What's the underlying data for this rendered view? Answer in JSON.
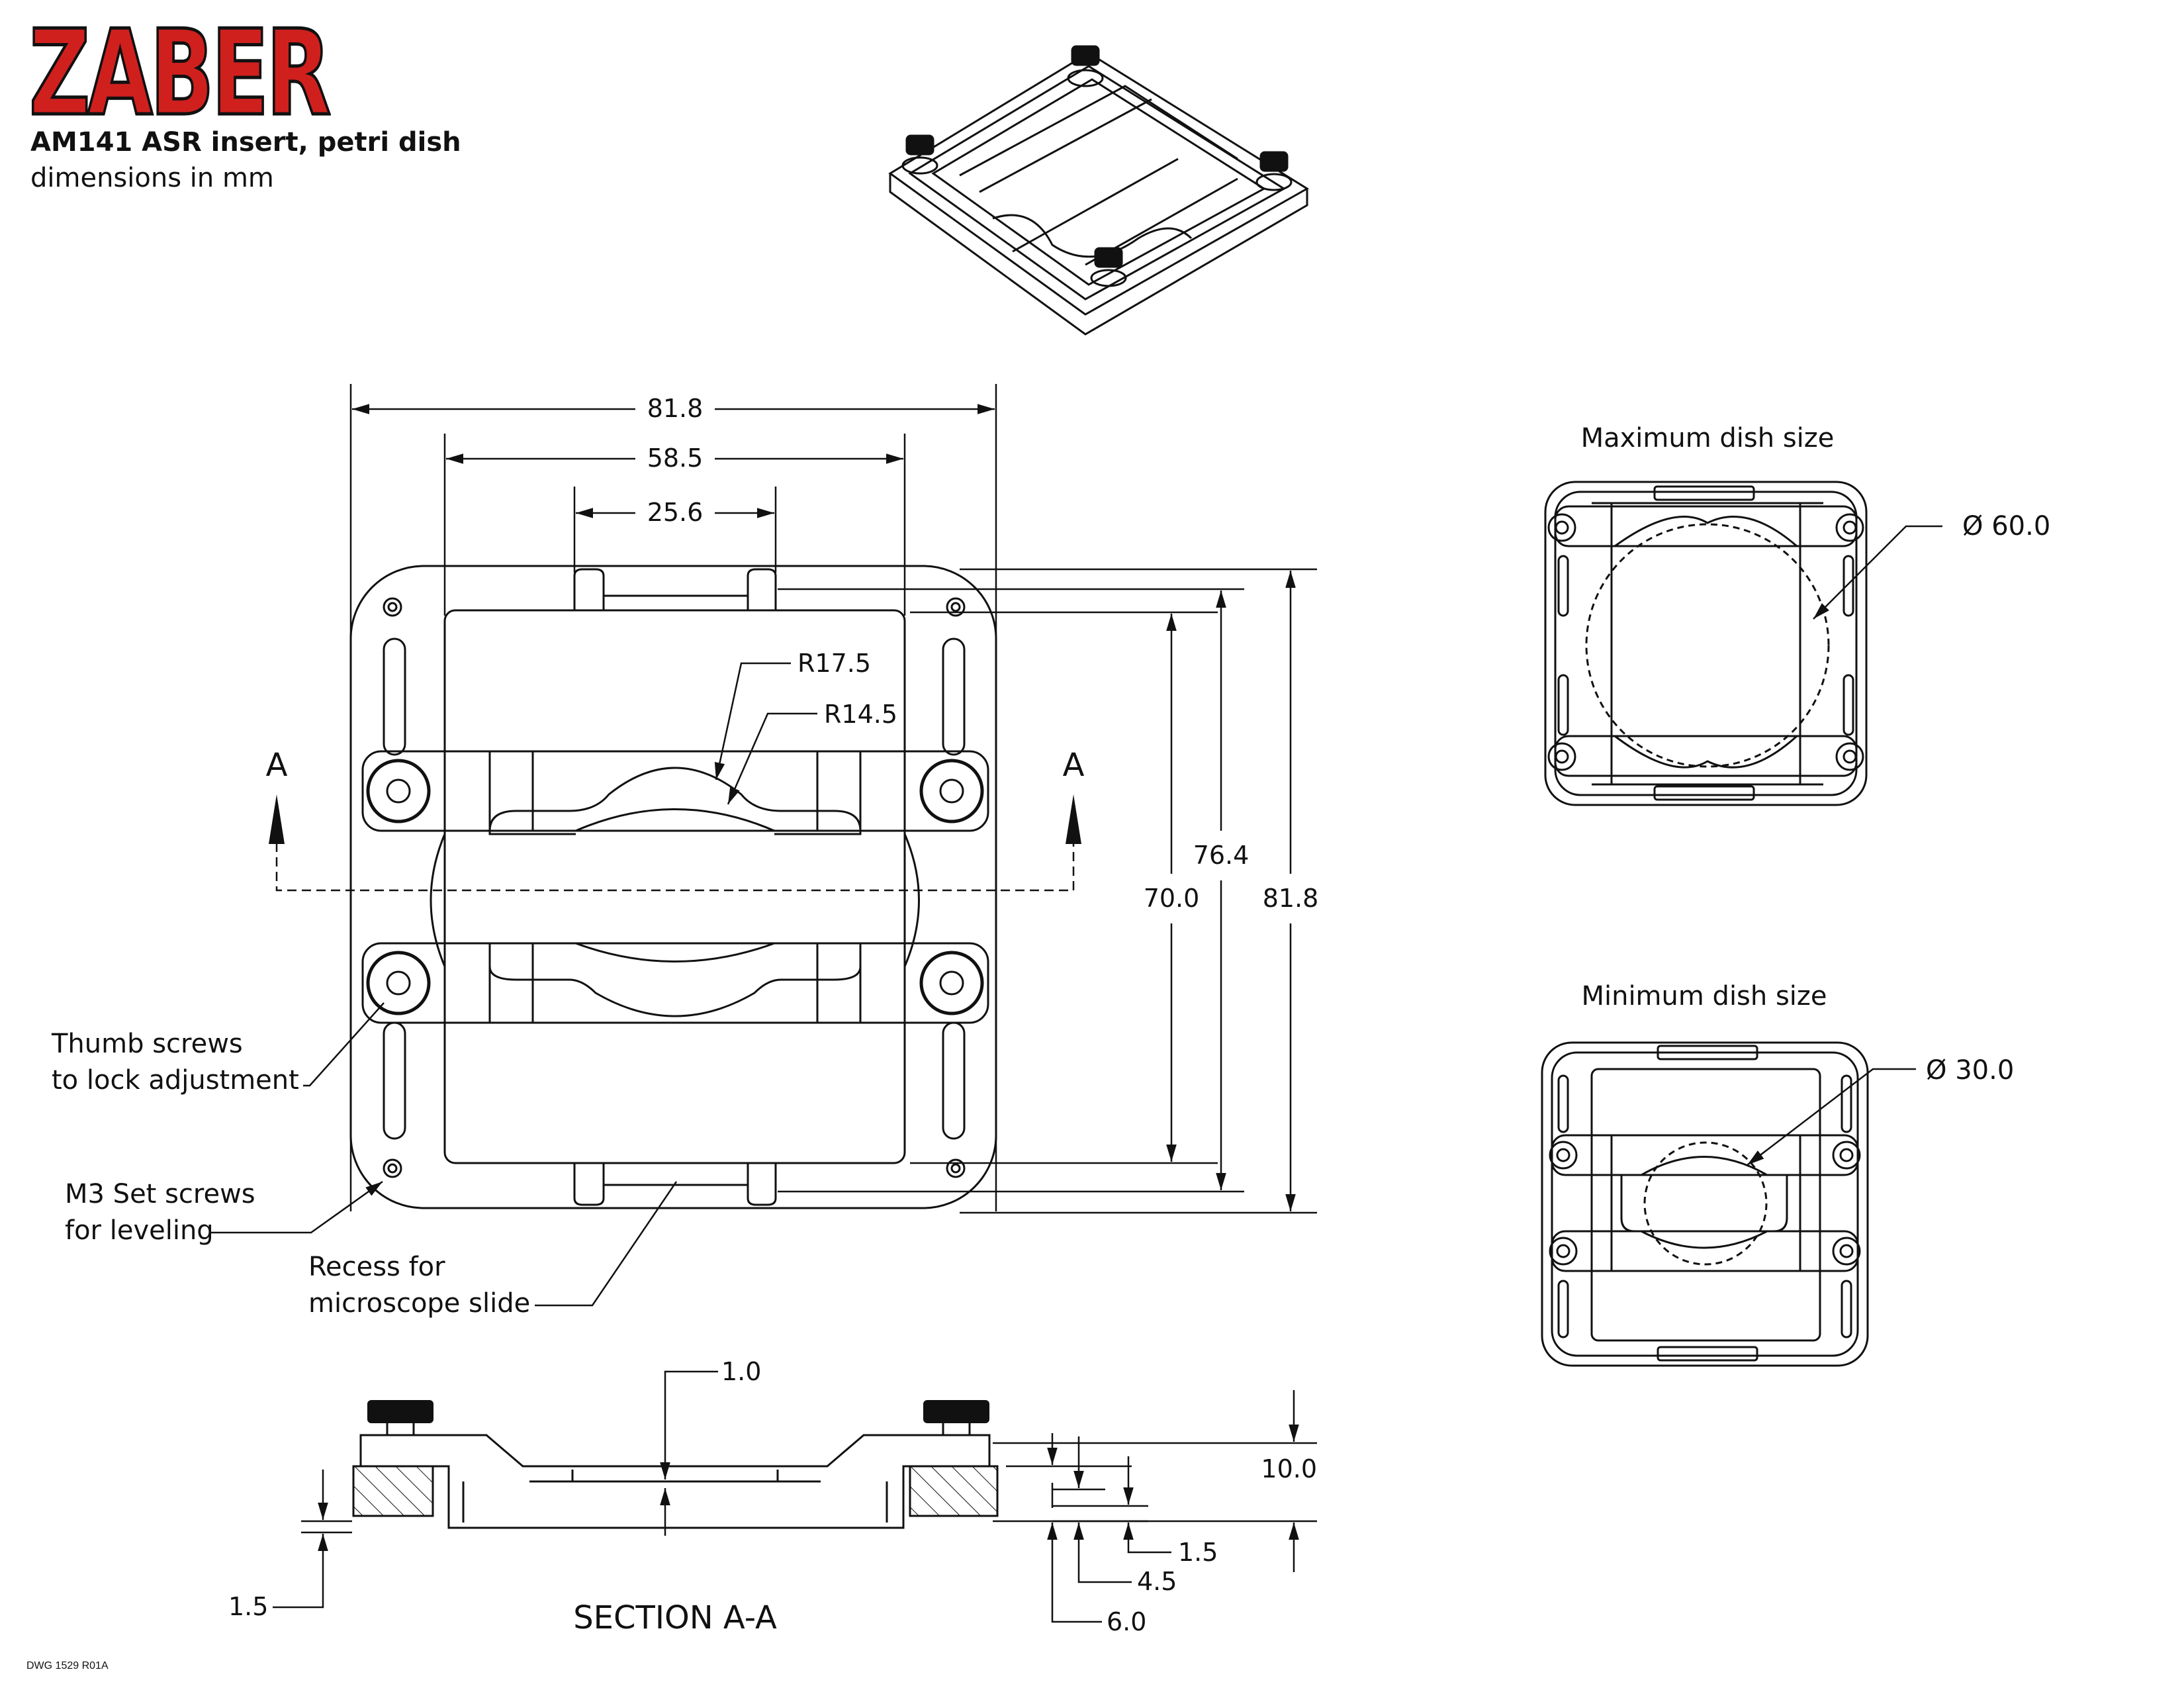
{
  "header": {
    "brand": "ZABER",
    "title": "AM141 ASR insert, petri dish",
    "subtitle": "dimensions in mm",
    "brand_color": "#d0201e"
  },
  "plan": {
    "dims": {
      "overall_width": "81.8",
      "inner_width": "58.5",
      "recess_width": "25.6",
      "radius_outer": "R17.5",
      "radius_inner": "R14.5",
      "height_70": "70.0",
      "height_76": "76.4",
      "height_81": "81.8"
    },
    "section_marker_left": "A",
    "section_marker_right": "A",
    "callouts": {
      "thumb_line1": "Thumb screws",
      "thumb_line2": "to lock adjustment",
      "setscrew_line1": "M3 Set screws",
      "setscrew_line2": "for leveling",
      "recess_line1": "Recess for",
      "recess_line2": "microscope slide"
    }
  },
  "max_view": {
    "caption": "Maximum dish size",
    "diameter": "Ø 60.0"
  },
  "min_view": {
    "caption": "Minimum dish size",
    "diameter": "Ø 30.0"
  },
  "section": {
    "title": "SECTION A-A",
    "dims": {
      "top_thickness": "1.0",
      "total_height": "10.0",
      "right_small": "1.5",
      "right_mid": "4.5",
      "right_large": "6.0",
      "left_small": "1.5"
    }
  },
  "footer": {
    "drawing_id": "DWG 1529 R01A"
  }
}
